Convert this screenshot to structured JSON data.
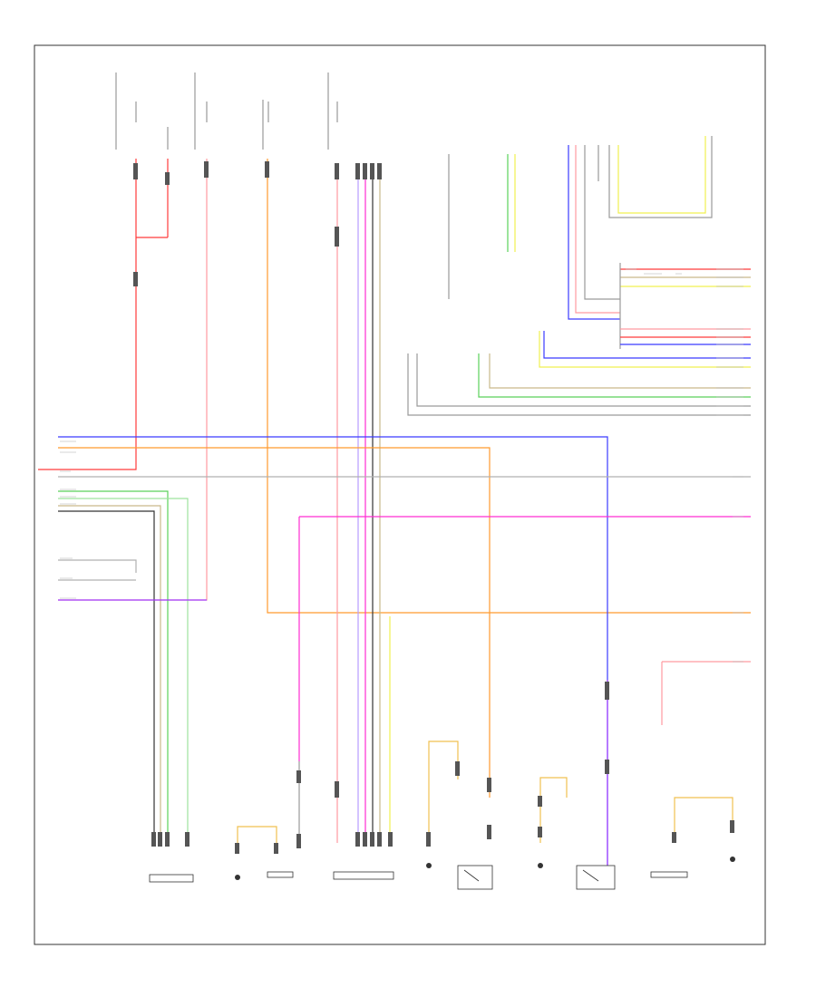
{
  "diagram": {
    "corner_label": "",
    "top_notes": [
      "",
      "",
      "",
      ""
    ],
    "module_notes": [
      "",
      "",
      "",
      "",
      "",
      "",
      "",
      "",
      "",
      "",
      "",
      "",
      "",
      "",
      "",
      ""
    ],
    "legend": [
      "",
      "",
      "",
      ""
    ],
    "components": [
      {
        "id": "c1",
        "label": ""
      },
      {
        "id": "c2",
        "label": ""
      },
      {
        "id": "c3",
        "label": ""
      },
      {
        "id": "c4",
        "label": ""
      },
      {
        "id": "c5",
        "label": ""
      },
      {
        "id": "c6",
        "label": ""
      },
      {
        "id": "c7",
        "label": ""
      },
      {
        "id": "c8",
        "label": ""
      },
      {
        "id": "c9",
        "label": ""
      },
      {
        "id": "c10",
        "label": ""
      }
    ],
    "wire_colors": {
      "red": "#ff3b3b",
      "pink": "#ff9aa0",
      "orange": "#ff9a2e",
      "blue": "#3b3bff",
      "lavender": "#b79cff",
      "magenta": "#ff2dd2",
      "green": "#5ad15a",
      "lightgreen": "#9ee39e",
      "tan": "#c9b98a",
      "gray": "#9a9a9a",
      "yellow": "#f0f050",
      "black": "#333333",
      "violet": "#a03cff"
    }
  }
}
